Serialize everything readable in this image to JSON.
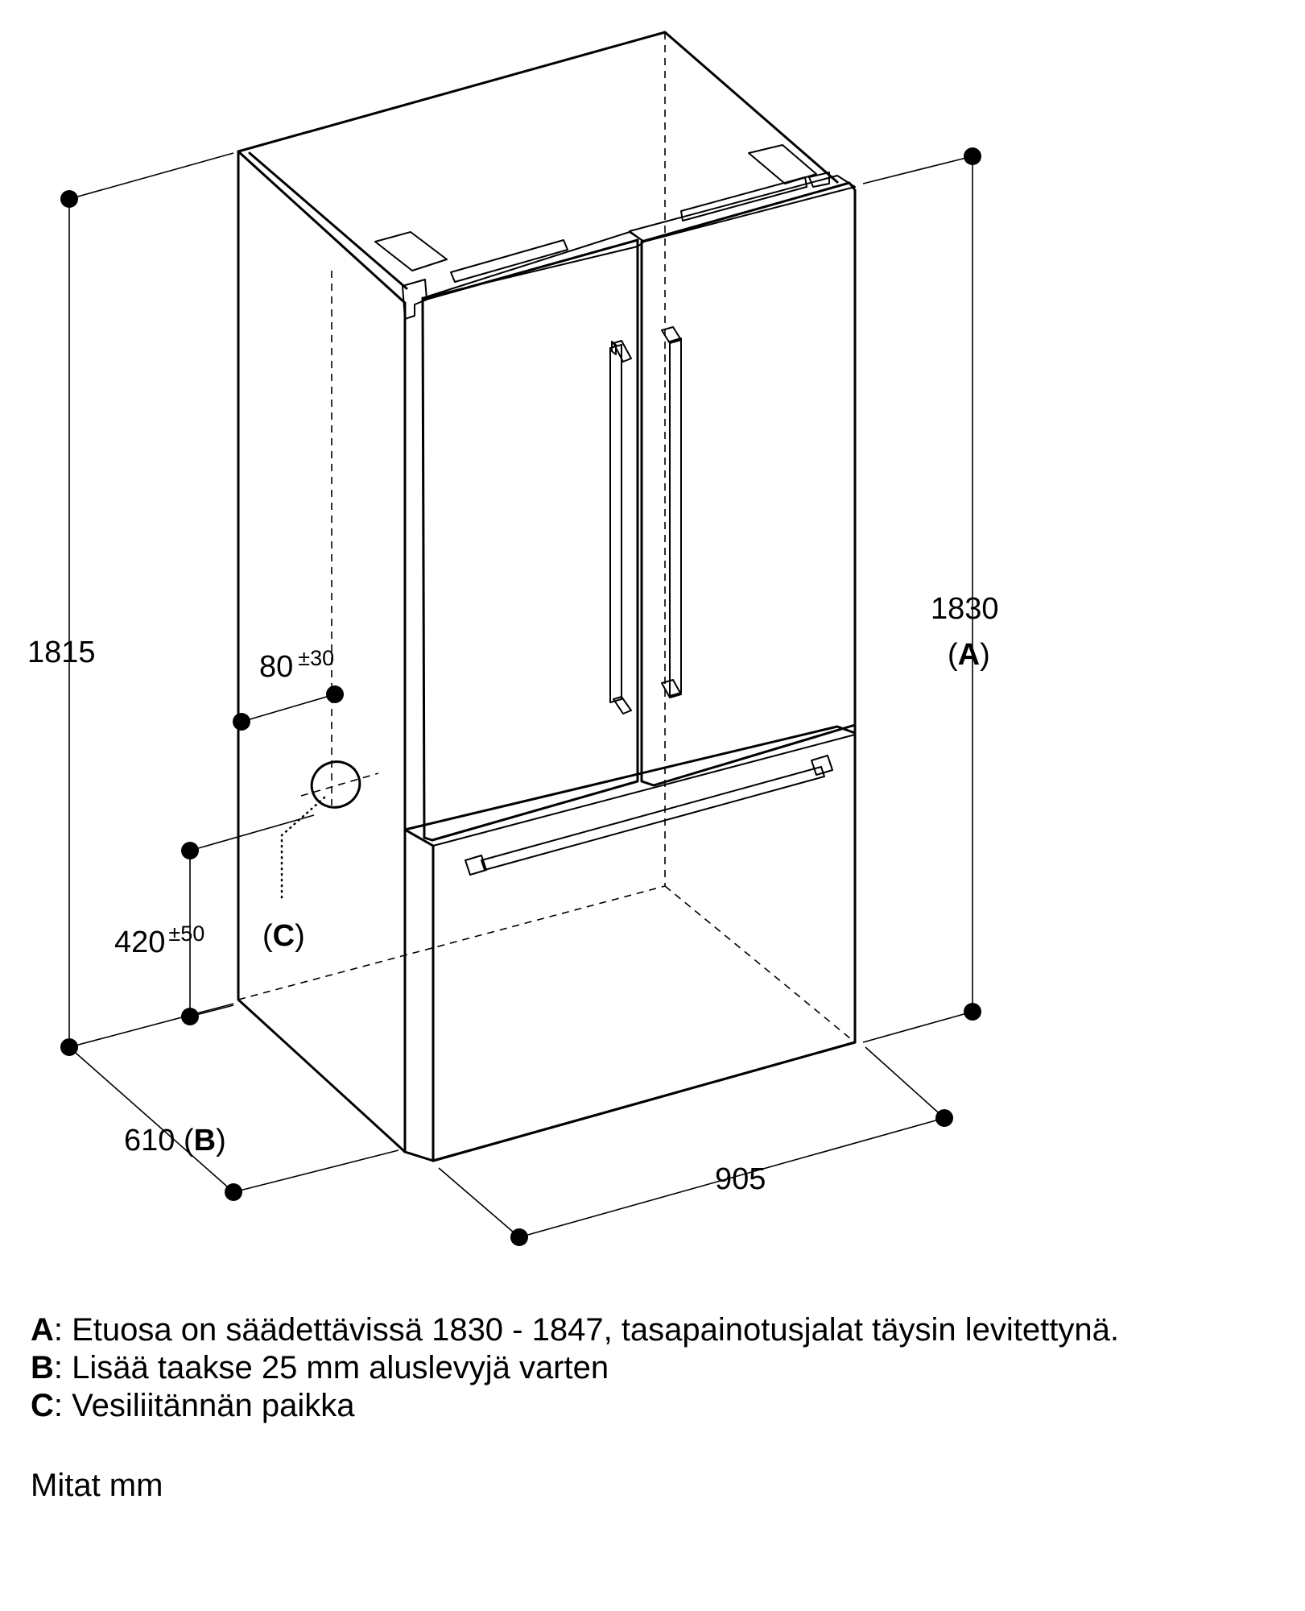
{
  "dimensions": {
    "total_height": "1815",
    "front_height": "1830",
    "front_height_note": "(A)",
    "depth": "610",
    "depth_note_open": "(",
    "depth_note_key": "B",
    "depth_note_close": ")",
    "width": "905",
    "water_offset": "80",
    "water_offset_tol": "±30",
    "water_height": "420",
    "water_height_tol": "±50",
    "water_label_open": "(",
    "water_label_key": "C",
    "water_label_close": ")",
    "a_open": "(",
    "a_key": "A",
    "a_close": ")"
  },
  "legend": [
    {
      "key": "A",
      "text": ": Etuosa on säädettävissä 1830 - 1847, tasapainotusjalat täysin levitettynä."
    },
    {
      "key": "B",
      "text": ": Lisää taakse 25 mm aluslevyjä varten"
    },
    {
      "key": "C",
      "text": ": Vesiliitännän paikka"
    }
  ],
  "units_note": "Mitat mm"
}
